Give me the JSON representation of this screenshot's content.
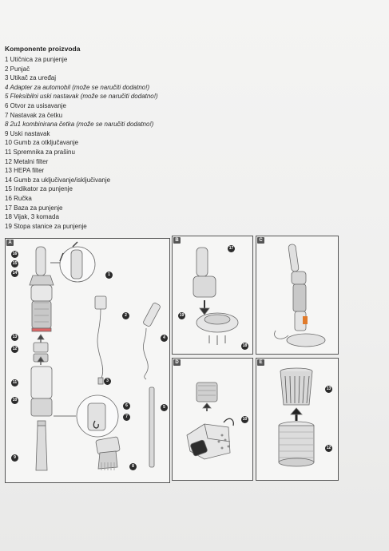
{
  "section": {
    "title": "Komponente proizvoda",
    "items": [
      {
        "text": "1 Utičnica za punjenje",
        "italic": false
      },
      {
        "text": "2 Punjač",
        "italic": false
      },
      {
        "text": "3 Utikač za uređaj",
        "italic": false
      },
      {
        "text": "4 Adapter za automobil (može se naručiti dodatno!)",
        "italic": true
      },
      {
        "text": "5 Fleksibilni uski nastavak (može se naručiti dodatno!)",
        "italic": true
      },
      {
        "text": "6 Otvor za usisavanje",
        "italic": false
      },
      {
        "text": "7 Nastavak za četku",
        "italic": false
      },
      {
        "text": "8 2u1 kombinirana četka (može se naručiti dodatno!)",
        "italic": true
      },
      {
        "text": "9 Uski nastavak",
        "italic": false
      },
      {
        "text": "10 Gumb za otključavanje",
        "italic": false
      },
      {
        "text": "11 Spremnika za prašinu",
        "italic": false
      },
      {
        "text": "12 Metalni filter",
        "italic": false
      },
      {
        "text": "13 HEPA filter",
        "italic": false
      },
      {
        "text": "14 Gumb za uključivanje/isključivanje",
        "italic": false
      },
      {
        "text": "15 Indikator za punjenje",
        "italic": false
      },
      {
        "text": "16 Ručka",
        "italic": false
      },
      {
        "text": "17 Baza za punjenje",
        "italic": false
      },
      {
        "text": "18 Vijak, 3 komada",
        "italic": false
      },
      {
        "text": "19 Stopa stanice za punjenje",
        "italic": false
      }
    ]
  },
  "panels": {
    "a": {
      "label": "A",
      "callouts": [
        "16",
        "15",
        "14",
        "1",
        "2",
        "13",
        "12",
        "4",
        "3",
        "11",
        "10",
        "6",
        "7",
        "5",
        "9",
        "8"
      ]
    },
    "b": {
      "label": "B",
      "callouts": [
        "17",
        "19",
        "18"
      ]
    },
    "c": {
      "label": "C",
      "callouts": []
    },
    "d": {
      "label": "D",
      "callouts": [
        "10"
      ]
    },
    "e": {
      "label": "E",
      "callouts": [
        "13",
        "12"
      ]
    }
  }
}
